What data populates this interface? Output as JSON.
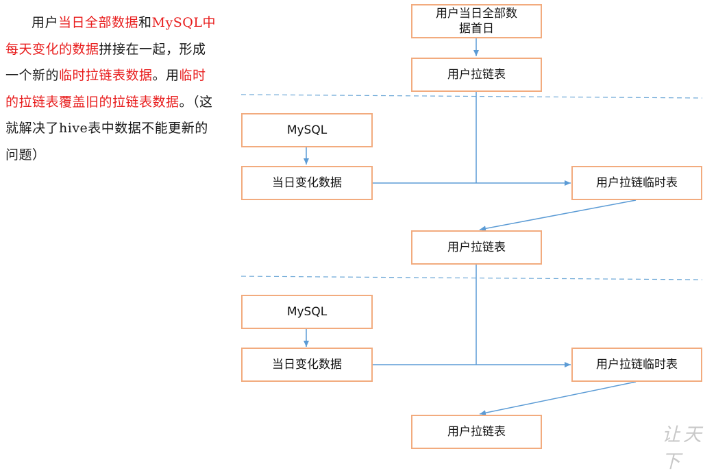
{
  "paragraph": {
    "p1": "用户",
    "p2": "当日全部数据",
    "p3": "和",
    "p4": "MySQL中每天变化的数据",
    "p5": "拼接在一起，形成一个新的",
    "p6": "临时拉链表数据",
    "p7": "。用",
    "p8": "临时的拉链表覆盖旧的拉链表数据",
    "p9": "。（这就解决了hive表中数据不能更新的问题）"
  },
  "boxes": {
    "first_day": "用户当日全部数据首日",
    "zipper_1": "用户拉链表",
    "mysql_1": "MySQL",
    "daily_change_1": "当日变化数据",
    "temp_zipper_1": "用户拉链临时表",
    "zipper_2": "用户拉链表",
    "mysql_2": "MySQL",
    "daily_change_2": "当日变化数据",
    "temp_zipper_2": "用户拉链临时表",
    "zipper_3": "用户拉链表"
  },
  "watermark": "让天下",
  "colors": {
    "box_border": "#f2ab7e",
    "arrow": "#5b9bd5",
    "highlight_text": "#e81c1c"
  }
}
